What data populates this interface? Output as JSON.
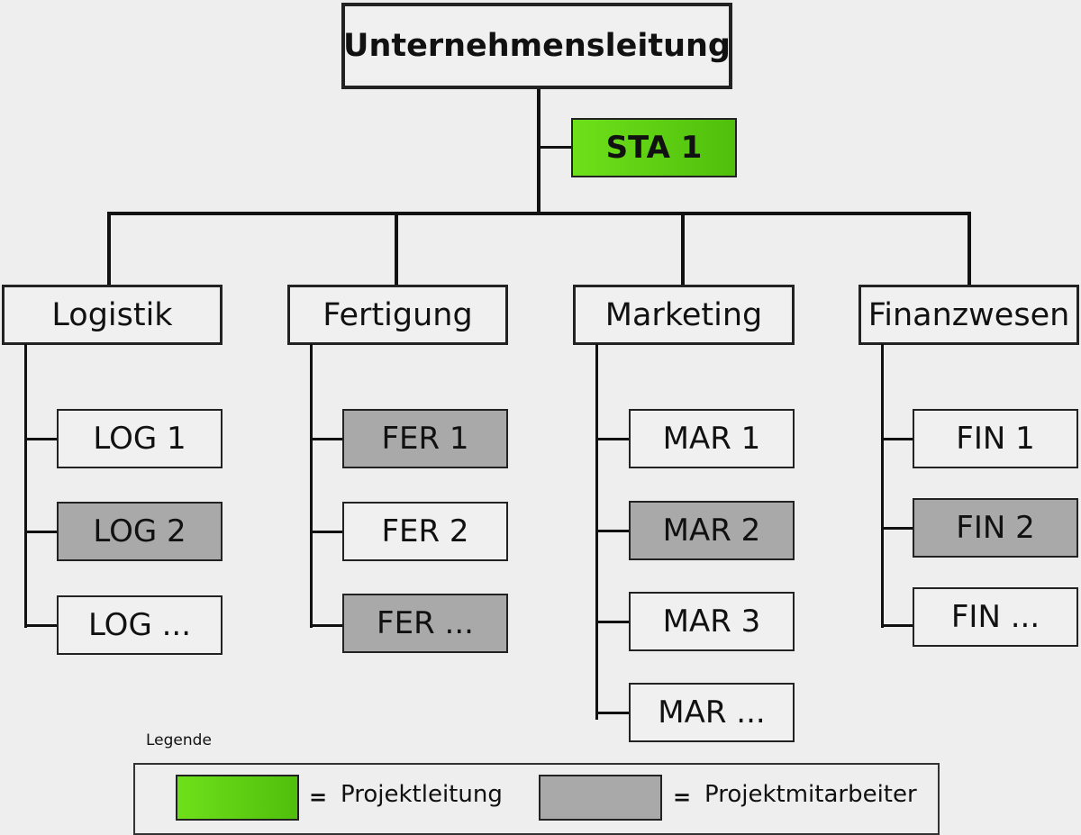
{
  "top": {
    "label": "Unternehmensleitung"
  },
  "staff": {
    "label": "STA 1",
    "role": "Projektleitung"
  },
  "departments": [
    {
      "label": "Logistik",
      "units": [
        {
          "label": "LOG 1",
          "role": "none"
        },
        {
          "label": "LOG 2",
          "role": "Projektmitarbeiter"
        },
        {
          "label": "LOG ...",
          "role": "none"
        }
      ]
    },
    {
      "label": "Fertigung",
      "units": [
        {
          "label": "FER 1",
          "role": "Projektmitarbeiter"
        },
        {
          "label": "FER 2",
          "role": "none"
        },
        {
          "label": "FER ...",
          "role": "Projektmitarbeiter"
        }
      ]
    },
    {
      "label": "Marketing",
      "units": [
        {
          "label": "MAR 1",
          "role": "none"
        },
        {
          "label": "MAR 2",
          "role": "Projektmitarbeiter"
        },
        {
          "label": "MAR 3",
          "role": "none"
        },
        {
          "label": "MAR ...",
          "role": "none"
        }
      ]
    },
    {
      "label": "Finanzwesen",
      "units": [
        {
          "label": "FIN 1",
          "role": "none"
        },
        {
          "label": "FIN 2",
          "role": "Projektmitarbeiter"
        },
        {
          "label": "FIN ...",
          "role": "none"
        }
      ]
    }
  ],
  "legend": {
    "title": "Legende",
    "items": [
      {
        "symbol": "=",
        "label": "Projektleitung",
        "color": "#5cd012"
      },
      {
        "symbol": "=",
        "label": "Projektmitarbeiter",
        "color": "#a9a9a9"
      }
    ]
  }
}
